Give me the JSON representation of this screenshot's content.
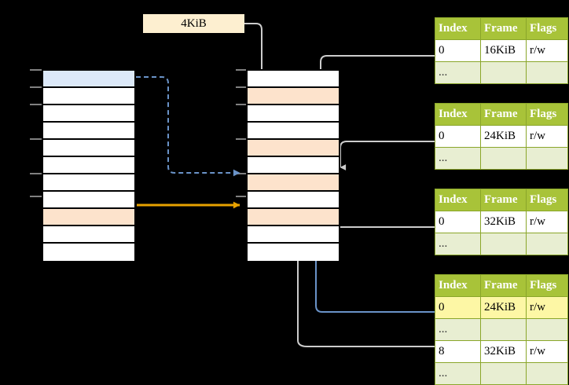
{
  "title": "multi-level-page-table-walk",
  "colors": {
    "page_blue": "#dce9f9",
    "page_orange": "#fde3cc",
    "table_header": "#a8c339",
    "table_ellipsis_bg": "#e8eed2",
    "highlight_yellow": "#fdf7a5",
    "label_bg": "#fdefd0",
    "arrow_gray": "#cccccc",
    "arrow_blue": "#6a93c8",
    "arrow_orange": "#e8a200",
    "border_black": "#000000"
  },
  "size_label": {
    "text": "4KiB"
  },
  "left_column": {
    "name": "virtual-address-space",
    "row_count": 11,
    "rows": [
      {
        "index": 0,
        "fill": "blue",
        "label": ""
      },
      {
        "index": 1,
        "fill": "white",
        "label": ""
      },
      {
        "index": 2,
        "fill": "white",
        "label": ""
      },
      {
        "index": 3,
        "fill": "white",
        "label": ""
      },
      {
        "index": 4,
        "fill": "white",
        "label": ""
      },
      {
        "index": 5,
        "fill": "white",
        "label": ""
      },
      {
        "index": 6,
        "fill": "white",
        "label": ""
      },
      {
        "index": 7,
        "fill": "white",
        "label": ""
      },
      {
        "index": 8,
        "fill": "orange",
        "label": ""
      },
      {
        "index": 9,
        "fill": "white",
        "label": ""
      },
      {
        "index": 10,
        "fill": "white",
        "label": ""
      }
    ]
  },
  "middle_column": {
    "name": "physical-memory-frames",
    "row_count": 11,
    "rows": [
      {
        "index": 0,
        "fill": "white",
        "label": ""
      },
      {
        "index": 1,
        "fill": "orange",
        "label": ""
      },
      {
        "index": 2,
        "fill": "white",
        "label": ""
      },
      {
        "index": 3,
        "fill": "white",
        "label": ""
      },
      {
        "index": 4,
        "fill": "orange",
        "label": ""
      },
      {
        "index": 5,
        "fill": "white",
        "label": ""
      },
      {
        "index": 6,
        "fill": "orange",
        "label": ""
      },
      {
        "index": 7,
        "fill": "white",
        "label": ""
      },
      {
        "index": 8,
        "fill": "orange",
        "label": ""
      },
      {
        "index": 9,
        "fill": "white",
        "label": ""
      },
      {
        "index": 10,
        "fill": "white",
        "label": ""
      }
    ]
  },
  "tables": [
    {
      "name": "page-table-level-4",
      "headers": [
        "Index",
        "Frame",
        "Flags"
      ],
      "rows": [
        {
          "cells": [
            "0",
            "16KiB",
            "r/w"
          ],
          "style": "val"
        },
        {
          "cells": [
            "...",
            "",
            ""
          ],
          "style": "ell"
        }
      ]
    },
    {
      "name": "page-table-level-3",
      "headers": [
        "Index",
        "Frame",
        "Flags"
      ],
      "rows": [
        {
          "cells": [
            "0",
            "24KiB",
            "r/w"
          ],
          "style": "val"
        },
        {
          "cells": [
            "...",
            "",
            ""
          ],
          "style": "ell"
        }
      ]
    },
    {
      "name": "page-table-level-2",
      "headers": [
        "Index",
        "Frame",
        "Flags"
      ],
      "rows": [
        {
          "cells": [
            "0",
            "32KiB",
            "r/w"
          ],
          "style": "val"
        },
        {
          "cells": [
            "...",
            "",
            ""
          ],
          "style": "ell"
        }
      ]
    },
    {
      "name": "page-table-level-1",
      "headers": [
        "Index",
        "Frame",
        "Flags"
      ],
      "rows": [
        {
          "cells": [
            "0",
            "24KiB",
            "r/w"
          ],
          "style": "hl"
        },
        {
          "cells": [
            "...",
            "",
            ""
          ],
          "style": "ell"
        },
        {
          "cells": [
            "8",
            "32KiB",
            "r/w"
          ],
          "style": "val"
        },
        {
          "cells": [
            "...",
            "",
            ""
          ],
          "style": "ell"
        }
      ]
    }
  ]
}
